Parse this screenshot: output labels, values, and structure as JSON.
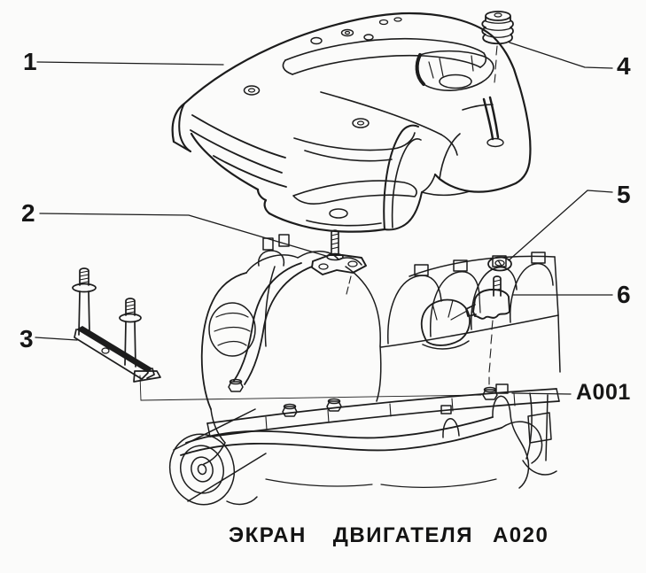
{
  "colors": {
    "ink": "#1c1c1c",
    "paper": "#fbfbfa"
  },
  "callouts": {
    "c1": {
      "label": "1"
    },
    "c2": {
      "label": "2"
    },
    "c3": {
      "label": "3"
    },
    "c4": {
      "label": "4"
    },
    "c5": {
      "label": "5"
    },
    "c6": {
      "label": "6"
    },
    "a001": {
      "label": "A001"
    }
  },
  "caption": {
    "word1": "ЭКРАН",
    "word2": "ДВИГАТЕЛЯ",
    "word3": "А020"
  }
}
